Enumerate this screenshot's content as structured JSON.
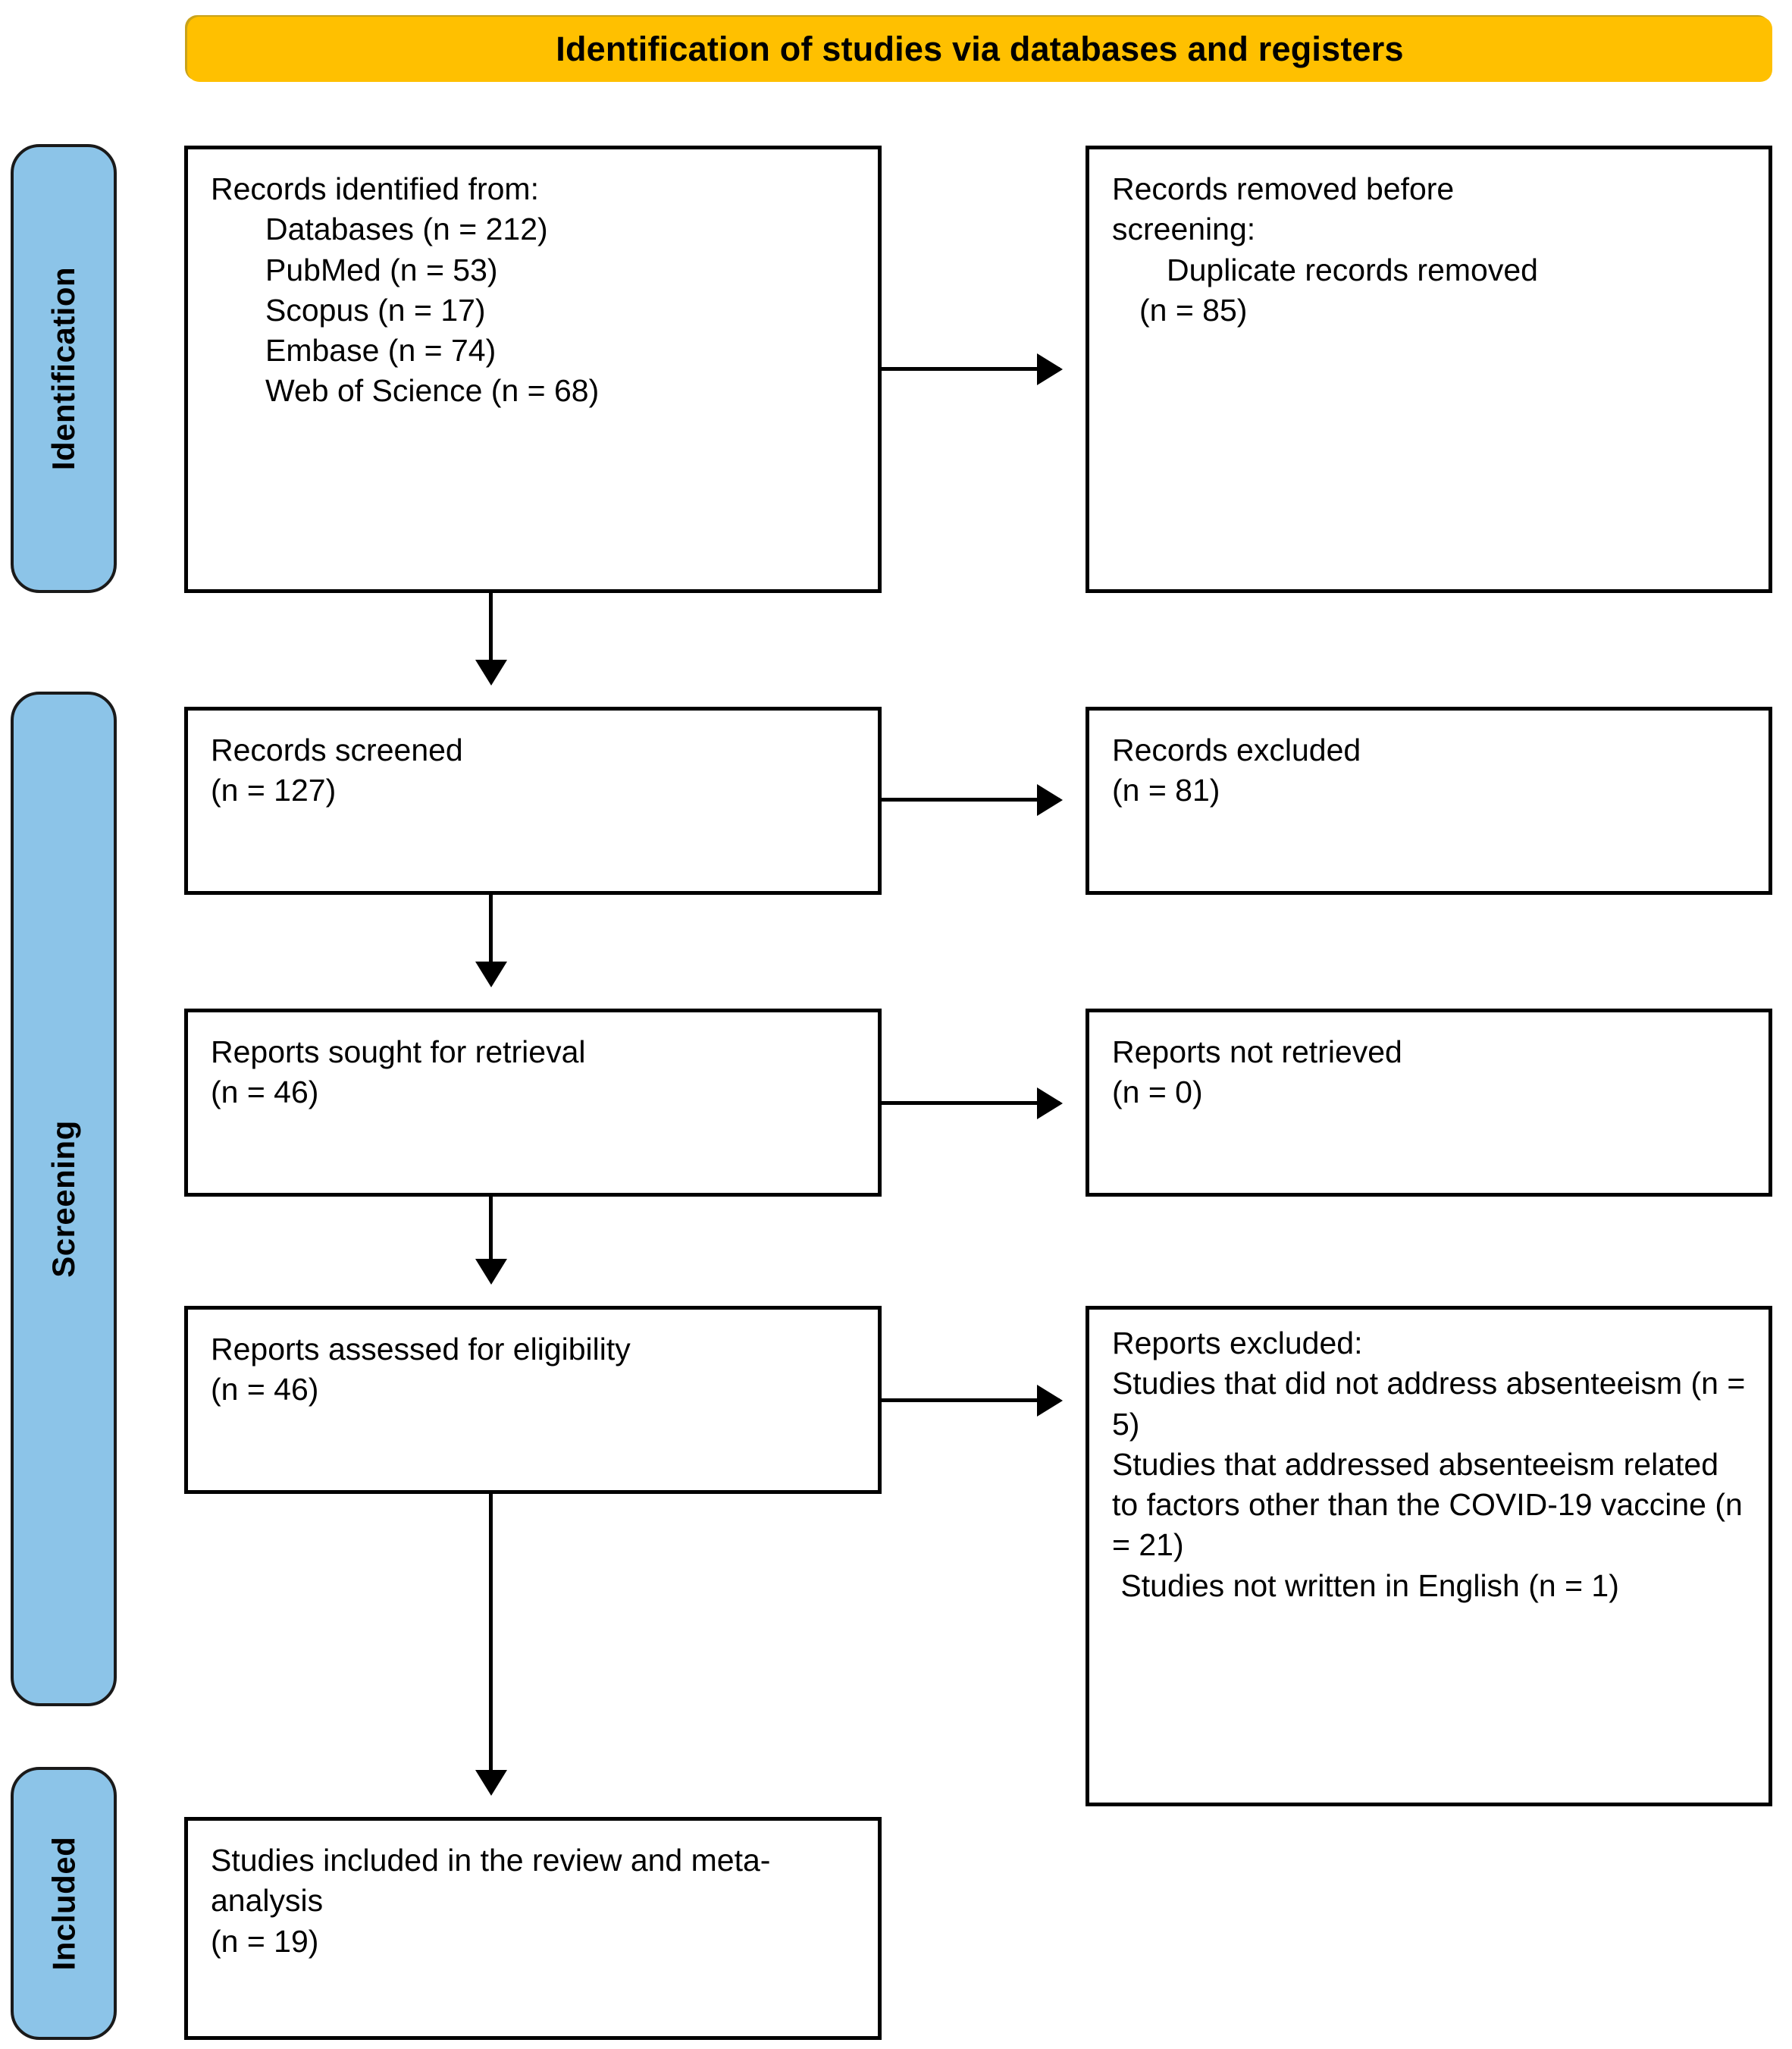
{
  "colors": {
    "header_bg": "#FFC000",
    "stage_tab_bg": "#8CC4E8",
    "box_border": "#000000",
    "text": "#000000"
  },
  "header": {
    "title": "Identification of studies via databases and registers"
  },
  "stages": [
    {
      "id": "identification",
      "label": "Identification"
    },
    {
      "id": "screening",
      "label": "Screening"
    },
    {
      "id": "included",
      "label": "Included"
    }
  ],
  "boxes": {
    "identified": {
      "heading": "Records identified from:",
      "items": [
        "Databases (n = 212)",
        "PubMed (n = 53)",
        "Scopus (n = 17)",
        "Embase (n = 74)",
        "Web of Science (n = 68)"
      ]
    },
    "removed": {
      "line1": "Records removed before",
      "line2": "screening:",
      "item1": "Duplicate records removed",
      "item2": "(n = 85)"
    },
    "screened": {
      "line1": "Records screened",
      "line2": "(n = 127)"
    },
    "excluded": {
      "line1": "Records excluded",
      "line2": "(n = 81)"
    },
    "sought": {
      "line1": "Reports sought for retrieval",
      "line2": "(n = 46)"
    },
    "not_retrieved": {
      "line1": "Reports not retrieved",
      "line2": "(n = 0)"
    },
    "assessed": {
      "line1": "Reports assessed for eligibility",
      "line2": "(n = 46)"
    },
    "reports_excluded": {
      "heading": "Reports excluded:",
      "reason1": "Studies that did not address absenteeism (n = 5)",
      "reason2": "Studies that addressed absenteeism related to factors other than the COVID-19 vaccine (n = 21)",
      "reason3": " Studies not written in English (n = 1)"
    },
    "included": {
      "line1": "Studies included in the review and meta-analysis",
      "line2": "(n = 19)"
    }
  },
  "counts": {
    "databases": 212,
    "pubmed": 53,
    "scopus": 17,
    "embase": 74,
    "web_of_science": 68,
    "duplicates_removed": 85,
    "records_screened": 127,
    "records_excluded": 81,
    "reports_sought": 46,
    "reports_not_retrieved": 0,
    "reports_assessed": 46,
    "excluded_no_absenteeism": 5,
    "excluded_other_factors": 21,
    "excluded_not_english": 1,
    "studies_included": 19
  }
}
